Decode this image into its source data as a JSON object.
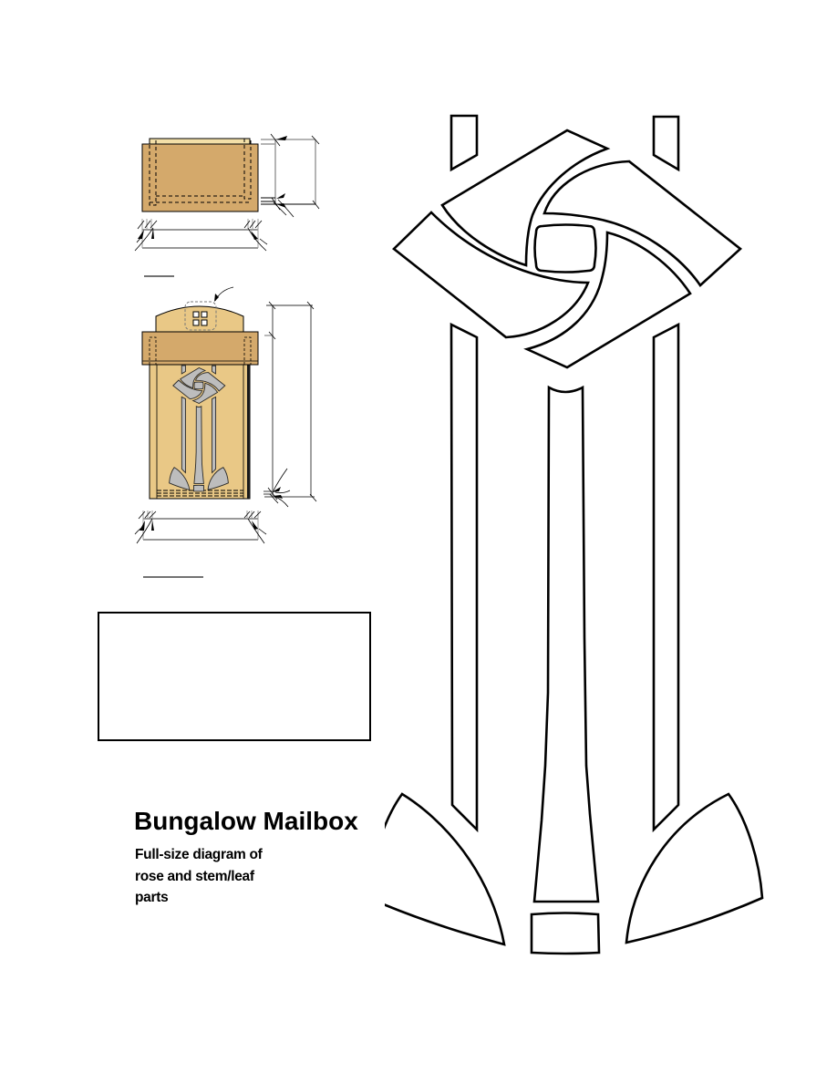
{
  "document": {
    "title": "Bungalow Mailbox",
    "subtitle_lines": [
      "Full-size diagram of",
      "rose and stem/leaf",
      "parts"
    ]
  },
  "drawings": {
    "top_view": {
      "label_underline": true
    },
    "front_view": {
      "label_underline": true
    },
    "full_size_pattern": {
      "parts": [
        "top-left-bar",
        "top-right-bar",
        "rose-petal-upper-left",
        "rose-petal-upper-right",
        "rose-petal-lower-right",
        "rose-petal-lower-left",
        "rose-center-square",
        "left-long-bar",
        "right-long-bar",
        "stem",
        "left-leaf",
        "right-leaf",
        "stem-base-block"
      ]
    }
  },
  "colors": {
    "lid_wood": "#D4A96B",
    "body_wood": "#E9C886",
    "strip_wood": "#F3DFA8",
    "inlay_gray": "#BDBDBD",
    "outline": "#000000",
    "dimension_gray": "#9C9C9C"
  }
}
